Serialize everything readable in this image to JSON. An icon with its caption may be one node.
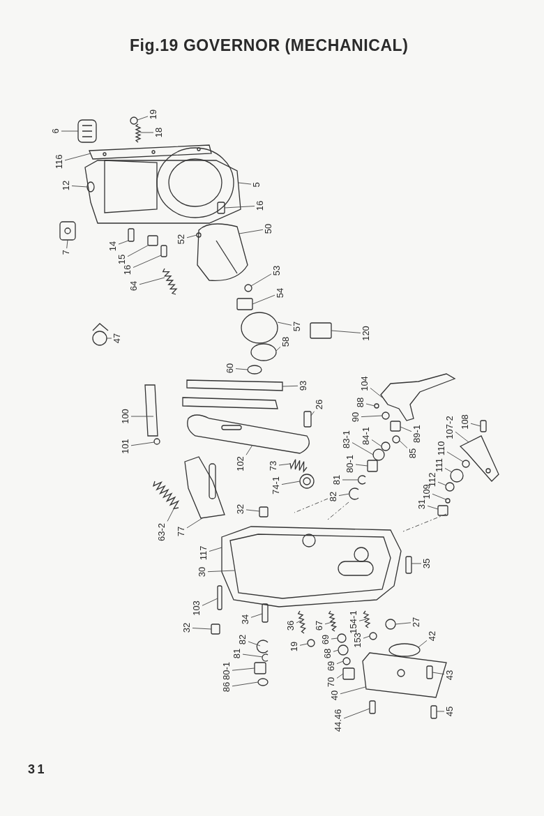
{
  "diagram": {
    "title": "Fig.19 GOVERNOR (MECHANICAL)",
    "nodes": [
      {
        "text": [
          "6"
        ]
      },
      {
        "text": [
          "116"
        ]
      },
      {
        "text": [
          "12"
        ]
      },
      {
        "text": [
          "7"
        ]
      },
      {
        "text": [
          "14"
        ]
      },
      {
        "text": [
          "15"
        ]
      },
      {
        "text": [
          "16"
        ]
      },
      {
        "text": [
          "64"
        ]
      },
      {
        "text": [
          "52"
        ]
      },
      {
        "text": [
          "50"
        ]
      },
      {
        "text": [
          "53"
        ]
      },
      {
        "text": [
          "54"
        ]
      },
      {
        "text": [
          "5"
        ]
      },
      {
        "text": [
          "16"
        ]
      },
      {
        "text": [
          "19"
        ]
      },
      {
        "text": [
          "18"
        ]
      },
      {
        "text": [
          "47"
        ]
      },
      {
        "text": [
          "57"
        ]
      },
      {
        "text": [
          "58"
        ]
      },
      {
        "text": [
          "60"
        ]
      },
      {
        "text": [
          "120"
        ]
      },
      {
        "text": [
          "93"
        ]
      },
      {
        "text": [
          "26"
        ]
      },
      {
        "text": [
          "100"
        ]
      },
      {
        "text": [
          "101"
        ]
      },
      {
        "text": [
          "102"
        ]
      },
      {
        "text": [
          "73"
        ]
      },
      {
        "text": [
          "74-1"
        ]
      },
      {
        "text": [
          "63-2"
        ]
      },
      {
        "text": [
          "77"
        ]
      },
      {
        "text": [
          "32"
        ]
      },
      {
        "text": [
          "117"
        ]
      },
      {
        "text": [
          "30"
        ]
      },
      {
        "text": [
          "103"
        ]
      },
      {
        "text": [
          "32"
        ]
      },
      {
        "text": [
          "34"
        ]
      },
      {
        "text": [
          "36"
        ]
      },
      {
        "text": [
          "19"
        ]
      },
      {
        "text": [
          "82"
        ]
      },
      {
        "text": [
          "81"
        ]
      },
      {
        "text": [
          "80-1"
        ]
      },
      {
        "text": [
          "86"
        ]
      },
      {
        "text": [
          "67"
        ]
      },
      {
        "text": [
          "69"
        ]
      },
      {
        "text": [
          "68"
        ]
      },
      {
        "text": [
          "69"
        ]
      },
      {
        "text": [
          "70"
        ]
      },
      {
        "text": [
          "154-1"
        ]
      },
      {
        "text": [
          "153"
        ]
      },
      {
        "text": [
          "27"
        ]
      },
      {
        "text": [
          "42"
        ]
      },
      {
        "text": [
          "43"
        ]
      },
      {
        "text": [
          "40"
        ]
      },
      {
        "text": [
          "44.46"
        ]
      },
      {
        "text": [
          "45"
        ]
      },
      {
        "text": [
          "35"
        ]
      },
      {
        "text": [
          "104"
        ]
      },
      {
        "text": [
          "88"
        ]
      },
      {
        "text": [
          "90"
        ]
      },
      {
        "text": [
          "83-1"
        ]
      },
      {
        "text": [
          "84-1"
        ]
      },
      {
        "text": [
          "85"
        ]
      },
      {
        "text": [
          "89-1"
        ]
      },
      {
        "text": [
          "82"
        ]
      },
      {
        "text": [
          "81"
        ]
      },
      {
        "text": [
          "80-1"
        ]
      },
      {
        "text": [
          "107-2"
        ]
      },
      {
        "text": [
          "108"
        ]
      },
      {
        "text": [
          "110"
        ]
      },
      {
        "text": [
          "111"
        ]
      },
      {
        "text": [
          "112"
        ]
      },
      {
        "text": [
          "109"
        ]
      },
      {
        "text": [
          "31"
        ]
      },
      {
        "text": [],
        "shape": "picture"
      },
      {
        "text": [],
        "shape": "picture"
      },
      {
        "text": [],
        "shape": "ellipse",
        "in": 85
      },
      {
        "text": [],
        "shape": "picture"
      },
      {
        "text": [],
        "shape": "box"
      },
      {
        "text": [],
        "shape": "box"
      },
      {
        "text": [],
        "shape": "box"
      },
      {
        "text": [],
        "shape": "picture"
      },
      {
        "text": [],
        "shape": "circle",
        "in": 82
      },
      {
        "text": [],
        "shape": "picture"
      },
      {
        "text": [],
        "shape": "circle"
      },
      {
        "text": [],
        "shape": "box"
      },
      {
        "text": [],
        "shape": "picture"
      },
      {
        "text": [],
        "shape": "box",
        "in": 85
      },
      {
        "text": [],
        "shape": "circle"
      },
      {
        "text": [],
        "shape": "picture"
      },
      {
        "text": [],
        "shape": "picture"
      },
      {
        "text": [],
        "shape": "ellipse"
      },
      {
        "text": [],
        "shape": "ellipse"
      },
      {
        "text": [],
        "shape": "ellipse"
      },
      {
        "text": [],
        "shape": "box"
      },
      {
        "text": [],
        "shape": "picture"
      },
      {
        "text": [],
        "shape": "box"
      },
      {
        "text": [],
        "shape": "picture"
      },
      {
        "text": [],
        "shape": "circle"
      },
      {
        "text": [],
        "shape": "picture"
      },
      {
        "text": [],
        "shape": "picture"
      },
      {
        "text": [],
        "shape": "picture"
      },
      {
        "text": [],
        "shape": "picture"
      },
      {
        "text": [],
        "shape": "picture"
      },
      {
        "text": [],
        "shape": "box"
      },
      {
        "text": [],
        "shape": "picture"
      },
      {
        "text": [],
        "shape": "picture",
        "in": 104
      },
      {
        "text": [],
        "shape": "box"
      },
      {
        "text": [],
        "shape": "box"
      },
      {
        "text": [],
        "shape": "box"
      },
      {
        "text": [],
        "shape": "picture"
      },
      {
        "text": [],
        "shape": "circle"
      },
      {
        "text": [],
        "shape": "picture"
      },
      {
        "text": [],
        "shape": "picture"
      },
      {
        "text": [],
        "shape": "box"
      },
      {
        "text": [],
        "shape": "ellipse"
      },
      {
        "text": [],
        "shape": "picture"
      },
      {
        "text": [],
        "shape": "circle"
      },
      {
        "text": [],
        "shape": "circle"
      },
      {
        "text": [],
        "shape": "circle"
      },
      {
        "text": [],
        "shape": "box"
      },
      {
        "text": [],
        "shape": "picture"
      },
      {
        "text": [],
        "shape": "circle"
      },
      {
        "text": [],
        "shape": "circle"
      },
      {
        "text": [],
        "shape": "ellipse"
      },
      {
        "text": [],
        "shape": "box",
        "in": 125
      },
      {
        "text": [],
        "shape": "picture"
      },
      {
        "text": [],
        "shape": "box"
      },
      {
        "text": [],
        "shape": "box"
      },
      {
        "text": [],
        "shape": "box"
      },
      {
        "text": [],
        "shape": "picture"
      },
      {
        "text": [],
        "shape": "circle"
      },
      {
        "text": [],
        "shape": "circle"
      },
      {
        "text": [],
        "shape": "circle"
      },
      {
        "text": [],
        "shape": "circle"
      },
      {
        "text": [],
        "shape": "circle"
      },
      {
        "text": [],
        "shape": "box"
      },
      {
        "text": [],
        "shape": "picture"
      },
      {
        "text": [],
        "shape": "picture"
      },
      {
        "text": [],
        "shape": "box"
      },
      {
        "text": [],
        "shape": "picture"
      },
      {
        "text": [],
        "shape": "box"
      },
      {
        "text": [],
        "shape": "circle"
      },
      {
        "text": [],
        "shape": "circle"
      },
      {
        "text": [],
        "shape": "circle"
      },
      {
        "text": [],
        "shape": "circle"
      },
      {
        "text": [],
        "shape": "box"
      }
    ],
    "edges": [
      {
        "from": 0,
        "to": 73,
        "arrow": "none"
      },
      {
        "from": 1,
        "to": 74,
        "arrow": "none"
      },
      {
        "from": 2,
        "to": 75,
        "arrow": "none"
      },
      {
        "from": 3,
        "to": 76,
        "arrow": "none"
      },
      {
        "from": 4,
        "to": 77,
        "arrow": "none"
      },
      {
        "from": 5,
        "to": 78,
        "arrow": "none"
      },
      {
        "from": 6,
        "to": 79,
        "arrow": "none"
      },
      {
        "from": 7,
        "to": 80,
        "arrow": "none"
      },
      {
        "from": 8,
        "to": 81,
        "arrow": "none"
      },
      {
        "from": 9,
        "to": 82,
        "arrow": "none"
      },
      {
        "from": 10,
        "to": 83,
        "arrow": "none"
      },
      {
        "from": 11,
        "to": 84,
        "arrow": "none"
      },
      {
        "from": 12,
        "to": 85,
        "arrow": "none"
      },
      {
        "from": 13,
        "to": 86,
        "arrow": "none"
      },
      {
        "from": 14,
        "to": 87,
        "arrow": "none"
      },
      {
        "from": 15,
        "to": 88,
        "arrow": "none"
      },
      {
        "from": 16,
        "to": 89,
        "arrow": "none"
      },
      {
        "from": 17,
        "to": 90,
        "arrow": "none"
      },
      {
        "from": 18,
        "to": 91,
        "arrow": "none"
      },
      {
        "from": 19,
        "to": 92,
        "arrow": "none"
      },
      {
        "from": 20,
        "to": 93,
        "arrow": "none"
      },
      {
        "from": 21,
        "to": 94,
        "arrow": "none"
      },
      {
        "from": 22,
        "to": 95,
        "arrow": "none"
      },
      {
        "from": 23,
        "to": 96,
        "arrow": "none"
      },
      {
        "from": 24,
        "to": 97,
        "arrow": "none"
      },
      {
        "from": 25,
        "to": 98,
        "arrow": "none"
      },
      {
        "from": 26,
        "to": 99,
        "arrow": "none"
      },
      {
        "from": 27,
        "to": 100,
        "arrow": "none"
      },
      {
        "from": 28,
        "to": 101,
        "arrow": "none"
      },
      {
        "from": 29,
        "to": 102,
        "arrow": "none"
      },
      {
        "from": 30,
        "to": 103,
        "arrow": "none"
      },
      {
        "from": 31,
        "to": 104,
        "arrow": "none"
      },
      {
        "from": 32,
        "to": 105,
        "arrow": "none"
      },
      {
        "from": 33,
        "to": 106,
        "arrow": "none"
      },
      {
        "from": 34,
        "to": 107,
        "arrow": "none"
      },
      {
        "from": 35,
        "to": 108,
        "arrow": "none"
      },
      {
        "from": 36,
        "to": 109,
        "arrow": "none"
      },
      {
        "from": 37,
        "to": 110,
        "arrow": "none"
      },
      {
        "from": 38,
        "to": 111,
        "arrow": "none"
      },
      {
        "from": 39,
        "to": 112,
        "arrow": "none"
      },
      {
        "from": 40,
        "to": 113,
        "arrow": "none"
      },
      {
        "from": 41,
        "to": 114,
        "arrow": "none"
      },
      {
        "from": 42,
        "to": 115,
        "arrow": "none"
      },
      {
        "from": 43,
        "to": 116,
        "arrow": "none"
      },
      {
        "from": 44,
        "to": 117,
        "arrow": "none"
      },
      {
        "from": 45,
        "to": 118,
        "arrow": "none"
      },
      {
        "from": 46,
        "to": 119,
        "arrow": "none"
      },
      {
        "from": 47,
        "to": 120,
        "arrow": "none"
      },
      {
        "from": 48,
        "to": 121,
        "arrow": "none"
      },
      {
        "from": 49,
        "to": 122,
        "arrow": "none"
      },
      {
        "from": 50,
        "to": 123,
        "arrow": "none"
      },
      {
        "from": 51,
        "to": 124,
        "arrow": "none"
      },
      {
        "from": 52,
        "to": 125,
        "arrow": "none"
      },
      {
        "from": 53,
        "to": 126,
        "arrow": "none"
      },
      {
        "from": 54,
        "to": 127,
        "arrow": "none"
      },
      {
        "from": 55,
        "to": 128,
        "arrow": "none"
      },
      {
        "from": 56,
        "to": 129,
        "arrow": "none"
      },
      {
        "from": 57,
        "to": 130,
        "arrow": "none"
      },
      {
        "from": 58,
        "to": 131,
        "arrow": "none"
      },
      {
        "from": 59,
        "to": 132,
        "arrow": "none"
      },
      {
        "from": 60,
        "to": 133,
        "arrow": "none"
      },
      {
        "from": 61,
        "to": 134,
        "arrow": "none"
      },
      {
        "from": 62,
        "to": 135,
        "arrow": "none"
      },
      {
        "from": 63,
        "to": 136,
        "arrow": "none"
      },
      {
        "from": 64,
        "to": 137,
        "arrow": "none"
      },
      {
        "from": 65,
        "to": 138,
        "arrow": "none"
      },
      {
        "from": 66,
        "to": 139,
        "arrow": "none"
      },
      {
        "from": 67,
        "to": 140,
        "arrow": "none"
      },
      {
        "from": 68,
        "to": 141,
        "arrow": "none"
      },
      {
        "from": 69,
        "to": 142,
        "arrow": "none"
      },
      {
        "from": 70,
        "to": 143,
        "arrow": "none"
      },
      {
        "from": 71,
        "to": 144,
        "arrow": "none"
      },
      {
        "from": 72,
        "to": 145,
        "arrow": "none"
      }
    ],
    "labels": [
      "31"
    ]
  }
}
